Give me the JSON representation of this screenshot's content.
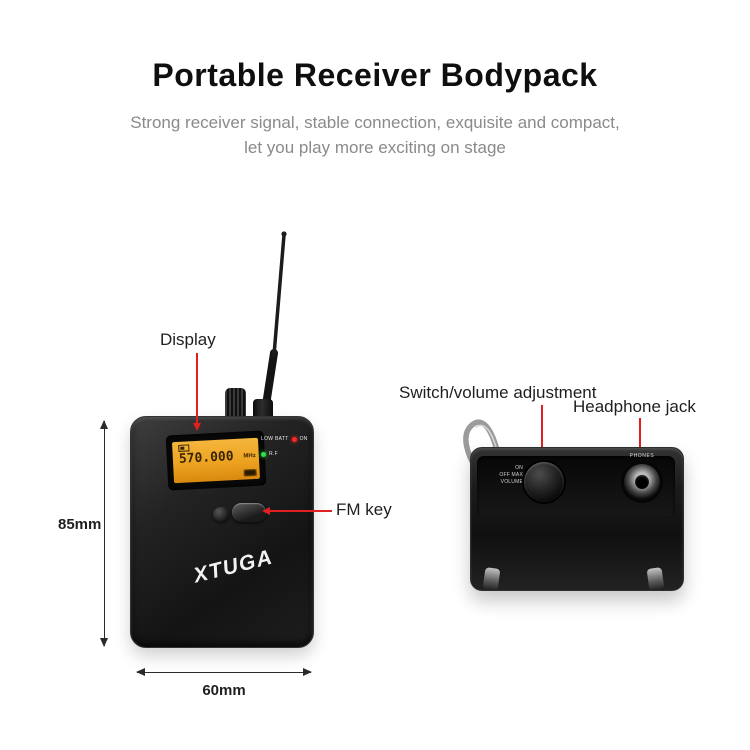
{
  "header": {
    "title": "Portable Receiver Bodypack",
    "subtitle_line1": "Strong receiver signal, stable connection, exquisite and compact,",
    "subtitle_line2": "let you play more exciting on stage"
  },
  "annotations": {
    "display": "Display",
    "fm_key": "FM key",
    "switch_volume": "Switch/volume adjustment",
    "headphone_jack": "Headphone jack",
    "height": "85mm",
    "width": "60mm"
  },
  "device_front": {
    "brand": "XTUGA",
    "lcd_frequency": "570.000",
    "lcd_unit": "MHz",
    "led1_label": "LOW BATT",
    "led1_state": "ON",
    "led2_label": "R.F"
  },
  "device_top": {
    "vol_line1": "ON",
    "vol_line2": "OFF MAX",
    "vol_line3": "VOLUME",
    "phones": "PHONES"
  },
  "colors": {
    "accent_red": "#e02020",
    "lcd_amber": "#eda321",
    "led_red": "#ff2626",
    "led_green": "#2ee04a",
    "device_black": "#1a1a1a"
  }
}
